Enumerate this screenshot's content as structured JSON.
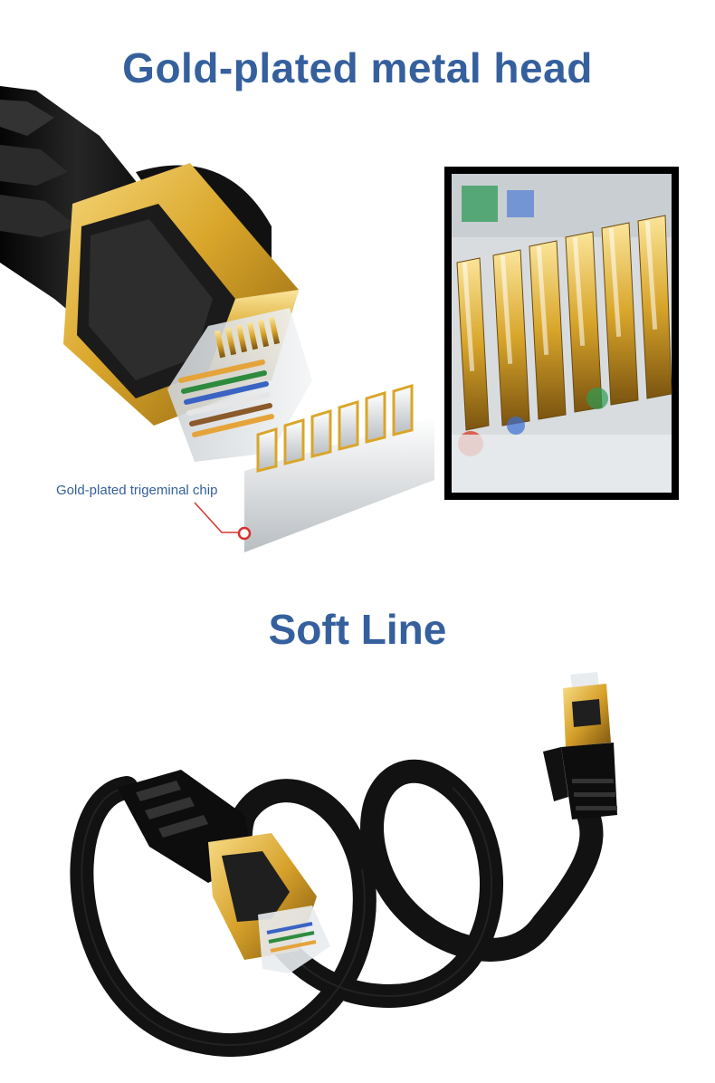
{
  "headings": {
    "top": "Gold-plated metal head",
    "bottom": "Soft Line"
  },
  "callout": {
    "label": "Gold-plated trigeminal chip"
  },
  "colors": {
    "heading": "#35609d",
    "label": "#35609d",
    "callout_line": "#d8322e",
    "gold": "#d9a62a",
    "cable": "#141414"
  }
}
